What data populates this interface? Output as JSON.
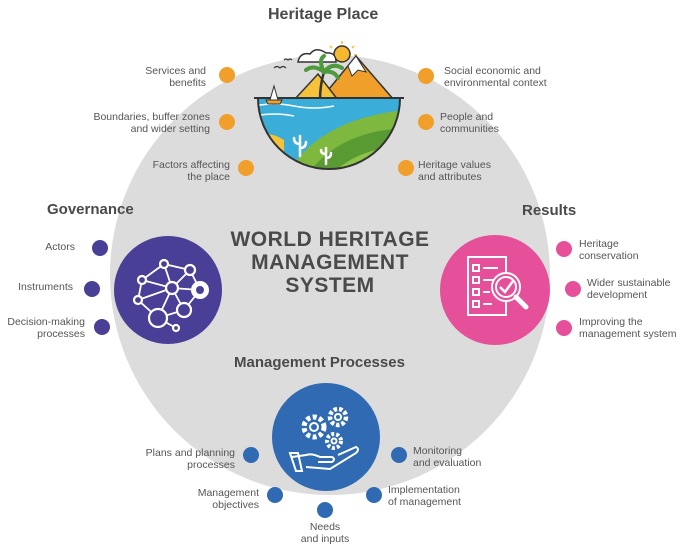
{
  "colors": {
    "heritage": "#f0a02a",
    "governance": "#4a3f96",
    "results": "#e64f9a",
    "management": "#2f6ab2",
    "core": "#dcdcdc"
  },
  "center": {
    "line1": "WORLD HERITAGE",
    "line2": "MANAGEMENT",
    "line3": "SYSTEM"
  },
  "heritage": {
    "title": "Heritage Place",
    "icon": "landscape-illustration-icon",
    "left": [
      {
        "l1": "Services and",
        "l2": "benefits"
      },
      {
        "l1": "Boundaries, buffer zones",
        "l2": "and wider setting"
      },
      {
        "l1": "Factors affecting",
        "l2": "the place"
      }
    ],
    "right": [
      {
        "l1": "Social economic and",
        "l2": "environmental context"
      },
      {
        "l1": "People and",
        "l2": "communities"
      },
      {
        "l1": "Heritage values",
        "l2": "and attributes"
      }
    ]
  },
  "governance": {
    "title": "Governance",
    "icon": "network-nodes-icon",
    "items": [
      {
        "l1": "Actors",
        "l2": ""
      },
      {
        "l1": "Instruments",
        "l2": ""
      },
      {
        "l1": "Decision-making",
        "l2": "processes"
      }
    ]
  },
  "results": {
    "title": "Results",
    "icon": "checklist-magnifier-icon",
    "items": [
      {
        "l1": "Heritage",
        "l2": "conservation"
      },
      {
        "l1": "Wider sustainable",
        "l2": "development"
      },
      {
        "l1": "Improving the",
        "l2": "management system"
      }
    ]
  },
  "management": {
    "title": "Management Processes",
    "icon": "gears-hand-icon",
    "items": [
      {
        "l1": "Plans and planning",
        "l2": "processes"
      },
      {
        "l1": "Management",
        "l2": "objectives"
      },
      {
        "l1": "Needs",
        "l2": "and inputs"
      },
      {
        "l1": "Implementation",
        "l2": "of management"
      },
      {
        "l1": "Monitoring",
        "l2": "and evaluation"
      }
    ]
  }
}
